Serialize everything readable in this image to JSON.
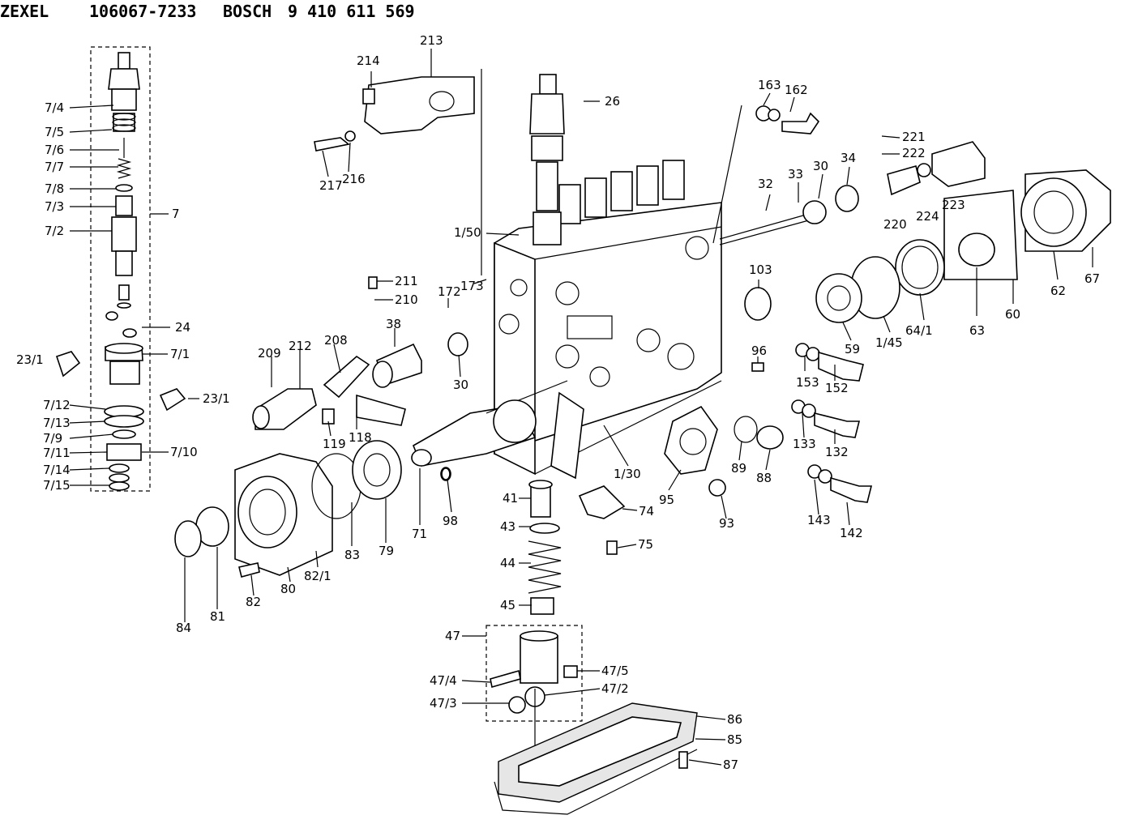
{
  "header": {
    "brand1": "ZEXEL",
    "part1": "106067-7233",
    "brand2": "BOSCH",
    "part2": "9 410 611 569"
  },
  "callouts": [
    {
      "id": "c-7-4",
      "text": "7/4"
    },
    {
      "id": "c-7-5",
      "text": "7/5"
    },
    {
      "id": "c-7-6",
      "text": "7/6"
    },
    {
      "id": "c-7-7",
      "text": "7/7"
    },
    {
      "id": "c-7-8",
      "text": "7/8"
    },
    {
      "id": "c-7-3",
      "text": "7/3"
    },
    {
      "id": "c-7-2",
      "text": "7/2"
    },
    {
      "id": "c-7",
      "text": "7"
    },
    {
      "id": "c-24",
      "text": "24"
    },
    {
      "id": "c-23-1a",
      "text": "23/1"
    },
    {
      "id": "c-7-1",
      "text": "7/1"
    },
    {
      "id": "c-23-1b",
      "text": "23/1"
    },
    {
      "id": "c-7-12",
      "text": "7/12"
    },
    {
      "id": "c-7-13",
      "text": "7/13"
    },
    {
      "id": "c-7-9",
      "text": "7/9"
    },
    {
      "id": "c-7-11",
      "text": "7/11"
    },
    {
      "id": "c-7-10",
      "text": "7/10"
    },
    {
      "id": "c-7-14",
      "text": "7/14"
    },
    {
      "id": "c-7-15",
      "text": "7/15"
    },
    {
      "id": "c-213",
      "text": "213"
    },
    {
      "id": "c-214",
      "text": "214"
    },
    {
      "id": "c-217",
      "text": "217"
    },
    {
      "id": "c-216",
      "text": "216"
    },
    {
      "id": "c-26",
      "text": "26"
    },
    {
      "id": "c-163",
      "text": "163"
    },
    {
      "id": "c-162",
      "text": "162"
    },
    {
      "id": "c-221",
      "text": "221"
    },
    {
      "id": "c-222",
      "text": "222"
    },
    {
      "id": "c-33",
      "text": "33"
    },
    {
      "id": "c-30a",
      "text": "30"
    },
    {
      "id": "c-34",
      "text": "34"
    },
    {
      "id": "c-32",
      "text": "32"
    },
    {
      "id": "c-220",
      "text": "220"
    },
    {
      "id": "c-224",
      "text": "224"
    },
    {
      "id": "c-223",
      "text": "223"
    },
    {
      "id": "c-1-50",
      "text": "1/50"
    },
    {
      "id": "c-172",
      "text": "172"
    },
    {
      "id": "c-173",
      "text": "173"
    },
    {
      "id": "c-211",
      "text": "211"
    },
    {
      "id": "c-210",
      "text": "210"
    },
    {
      "id": "c-103",
      "text": "103"
    },
    {
      "id": "c-67",
      "text": "67"
    },
    {
      "id": "c-62",
      "text": "62"
    },
    {
      "id": "c-60",
      "text": "60"
    },
    {
      "id": "c-63",
      "text": "63"
    },
    {
      "id": "c-64-1",
      "text": "64/1"
    },
    {
      "id": "c-1-45",
      "text": "1/45"
    },
    {
      "id": "c-59",
      "text": "59"
    },
    {
      "id": "c-209",
      "text": "209"
    },
    {
      "id": "c-212",
      "text": "212"
    },
    {
      "id": "c-208",
      "text": "208"
    },
    {
      "id": "c-38",
      "text": "38"
    },
    {
      "id": "c-30b",
      "text": "30"
    },
    {
      "id": "c-96a",
      "text": "96"
    },
    {
      "id": "c-153",
      "text": "153"
    },
    {
      "id": "c-152",
      "text": "152"
    },
    {
      "id": "c-119",
      "text": "119"
    },
    {
      "id": "c-118",
      "text": "118"
    },
    {
      "id": "c-133",
      "text": "133"
    },
    {
      "id": "c-132",
      "text": "132"
    },
    {
      "id": "c-1-30",
      "text": "1/30"
    },
    {
      "id": "c-89",
      "text": "89"
    },
    {
      "id": "c-88",
      "text": "88"
    },
    {
      "id": "c-95",
      "text": "95"
    },
    {
      "id": "c-143",
      "text": "143"
    },
    {
      "id": "c-142",
      "text": "142"
    },
    {
      "id": "c-71",
      "text": "71"
    },
    {
      "id": "c-98",
      "text": "98"
    },
    {
      "id": "c-41",
      "text": "41"
    },
    {
      "id": "c-74",
      "text": "74"
    },
    {
      "id": "c-93",
      "text": "93"
    },
    {
      "id": "c-43",
      "text": "43"
    },
    {
      "id": "c-75",
      "text": "75"
    },
    {
      "id": "c-44",
      "text": "44"
    },
    {
      "id": "c-82-1",
      "text": "82/1"
    },
    {
      "id": "c-83",
      "text": "83"
    },
    {
      "id": "c-79",
      "text": "79"
    },
    {
      "id": "c-80",
      "text": "80"
    },
    {
      "id": "c-82",
      "text": "82"
    },
    {
      "id": "c-81",
      "text": "81"
    },
    {
      "id": "c-84",
      "text": "84"
    },
    {
      "id": "c-45",
      "text": "45"
    },
    {
      "id": "c-47",
      "text": "47"
    },
    {
      "id": "c-47-5",
      "text": "47/5"
    },
    {
      "id": "c-47-4",
      "text": "47/4"
    },
    {
      "id": "c-47-2",
      "text": "47/2"
    },
    {
      "id": "c-47-3",
      "text": "47/3"
    },
    {
      "id": "c-86",
      "text": "86"
    },
    {
      "id": "c-85",
      "text": "85"
    },
    {
      "id": "c-87",
      "text": "87"
    }
  ]
}
